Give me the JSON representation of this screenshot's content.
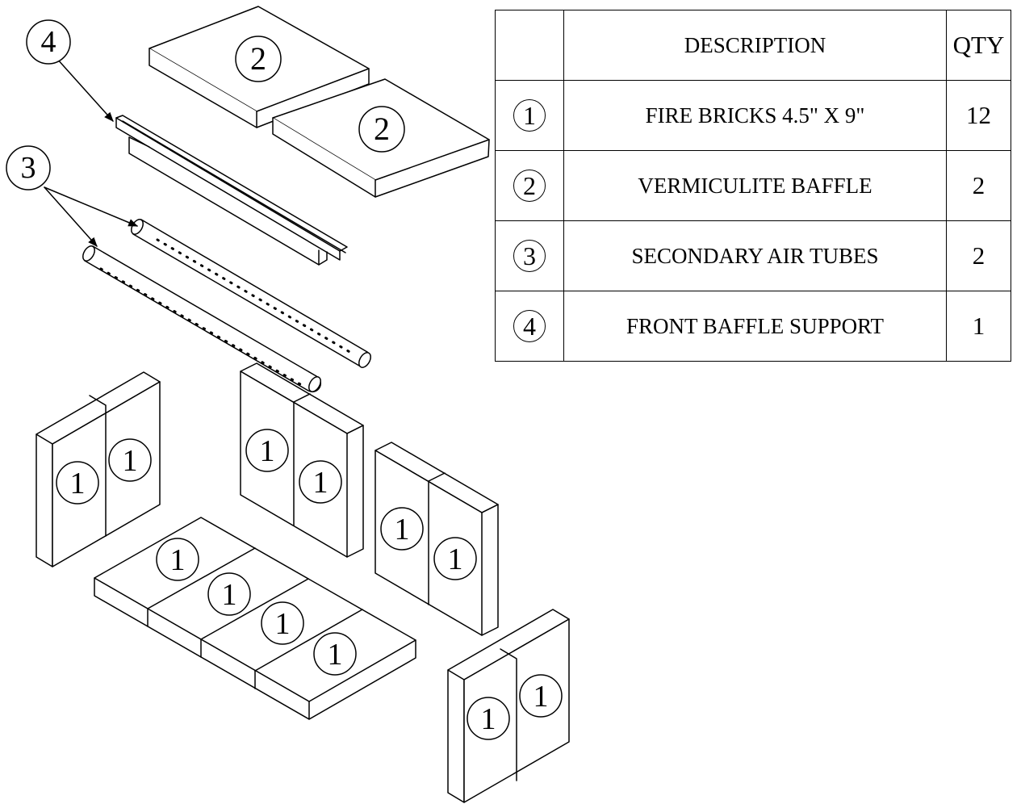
{
  "diagram": {
    "callouts": {
      "front_baffle_support": "4",
      "vermiculite_baffle": "2",
      "secondary_air_tubes": "3",
      "fire_brick": "1"
    }
  },
  "parts_table": {
    "headers": {
      "number": "",
      "description": "DESCRIPTION",
      "qty": "QTY"
    },
    "rows": [
      {
        "number": "1",
        "description": "FIRE BRICKS 4.5\" X 9\"",
        "qty": "12"
      },
      {
        "number": "2",
        "description": "VERMICULITE BAFFLE",
        "qty": "2"
      },
      {
        "number": "3",
        "description": "SECONDARY AIR TUBES",
        "qty": "2"
      },
      {
        "number": "4",
        "description": "FRONT BAFFLE SUPPORT",
        "qty": "1"
      }
    ]
  }
}
